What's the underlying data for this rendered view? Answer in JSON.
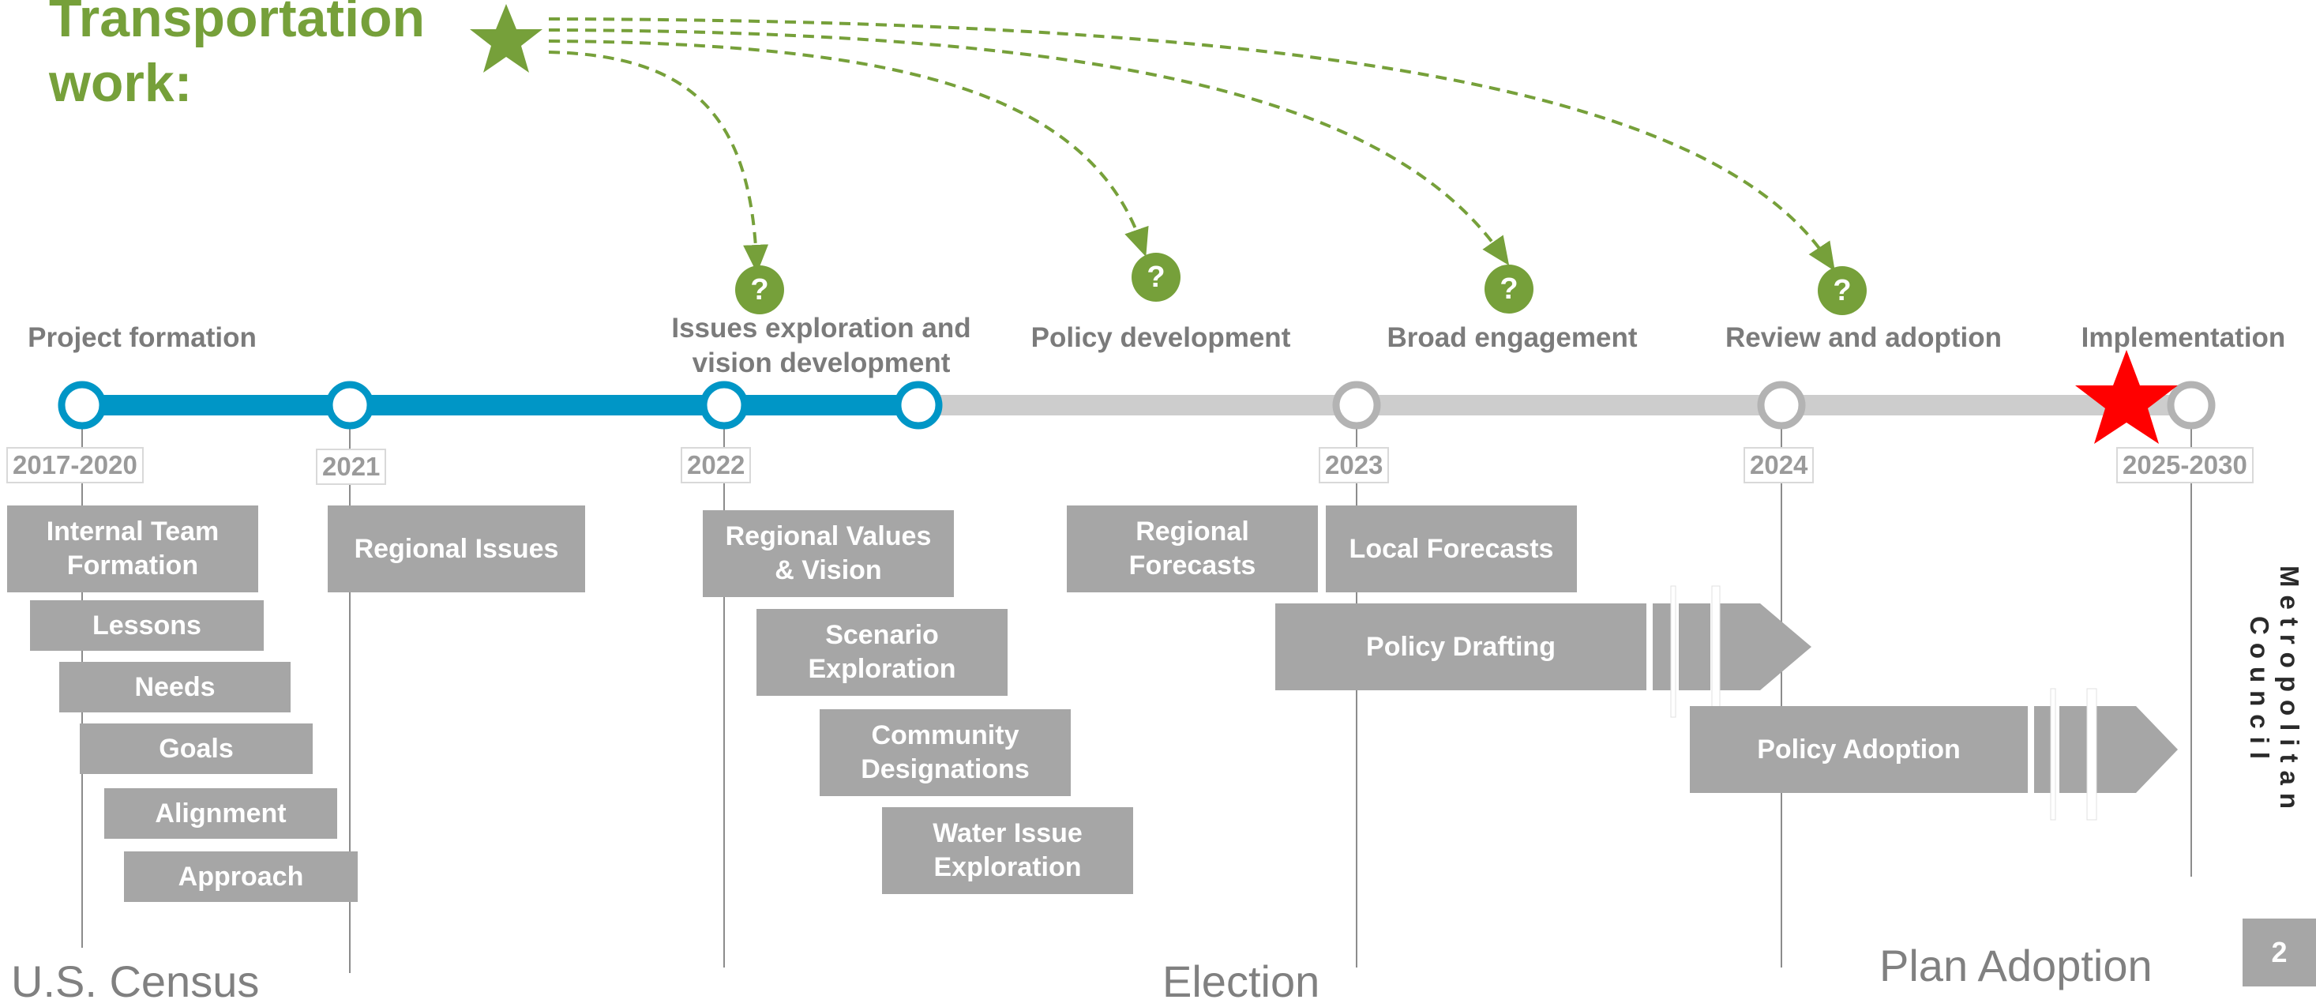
{
  "heading": {
    "line1": "Transportation",
    "line2": "work:"
  },
  "phases": {
    "project_formation": "Project formation",
    "issues_line1": "Issues exploration and",
    "issues_line2": "vision development",
    "policy_development": "Policy development",
    "broad_engagement": "Broad engagement",
    "review_adoption": "Review and adoption",
    "implementation": "Implementation"
  },
  "question_mark": "?",
  "years": {
    "y2017": "2017-2020",
    "y2021": "2021",
    "y2022": "2022",
    "y2023": "2023",
    "y2024": "2024",
    "y2025": "2025-2030"
  },
  "tasks": {
    "internal_team_1": "Internal Team",
    "internal_team_2": "Formation",
    "lessons": "Lessons",
    "needs": "Needs",
    "goals": "Goals",
    "alignment": "Alignment",
    "approach": "Approach",
    "regional_issues": "Regional Issues",
    "values_1": "Regional Values",
    "values_2": "& Vision",
    "scenario_1": "Scenario",
    "scenario_2": "Exploration",
    "community_1": "Community",
    "community_2": "Designations",
    "water_1": "Water Issue",
    "water_2": "Exploration",
    "regional_forecasts_1": "Regional",
    "regional_forecasts_2": "Forecasts",
    "local_forecasts": "Local Forecasts",
    "policy_drafting": "Policy Drafting",
    "policy_adoption": "Policy Adoption"
  },
  "bottom": {
    "census": "U.S. Census",
    "election": "Election",
    "plan_adoption": "Plan Adoption"
  },
  "organization": "Metropolitan Council",
  "page_number": "2",
  "colors": {
    "accent_green": "#76a03a",
    "progress_blue": "#0096c6",
    "future_gray": "#cdcdcd",
    "task_gray": "#a6a6a6",
    "current_star_red": "#ff0000"
  }
}
